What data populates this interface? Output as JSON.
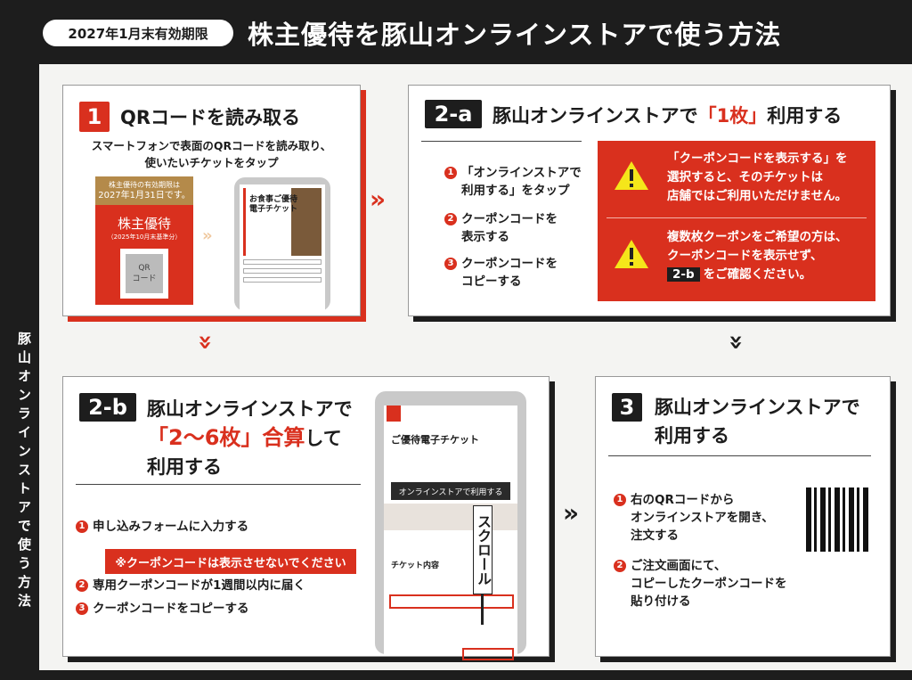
{
  "header": {
    "expiry_badge": "2027年1月末有効期限",
    "title": "株主優待を豚山オンラインストアで使う方法"
  },
  "side_label": "豚山オンラインストアで使う方法",
  "step1": {
    "number": "1",
    "title": "QRコードを読み取る",
    "desc1": "スマートフォンで表面のQRコードを読み取り、",
    "desc2": "使いたいチケットをタップ",
    "card": {
      "expiry1": "株主優待の有効期限は",
      "expiry2": "2027年1月31日です。",
      "name": "株主優待",
      "sub": "（2025年10月末基準分）",
      "qr1": "QR",
      "qr2": "コード"
    },
    "phone": {
      "ticket_title1": "お食事ご優待",
      "ticket_title2": "電子チケット"
    }
  },
  "step2a": {
    "number": "2-a",
    "title_pre": "豚山オンラインストアで",
    "title_em": "「1枚」",
    "title_post": "利用する",
    "steps": [
      {
        "n": "1",
        "l1": "「オンラインストアで",
        "l2": "利用する」をタップ"
      },
      {
        "n": "2",
        "l1": "クーポンコードを",
        "l2": "表示する"
      },
      {
        "n": "3",
        "l1": "クーポンコードを",
        "l2": "コピーする"
      }
    ],
    "warn1": [
      "「クーポンコードを表示する」を",
      "選択すると、そのチケットは",
      "店舗ではご利用いただけません。"
    ],
    "warn2": [
      "複数枚クーポンをご希望の方は、",
      "クーポンコードを表示せず、"
    ],
    "warn2_chip": "2-b",
    "warn2_tail": "をご確認ください。"
  },
  "step2b": {
    "number": "2-b",
    "title1": "豚山オンラインストアで",
    "title_em": "「2〜6枚」合算",
    "title_post": "して",
    "title3": "利用する",
    "steps": [
      {
        "n": "1",
        "l": "申し込みフォームに入力する"
      },
      {
        "n": "2",
        "l": "専用クーポンコードが1週間以内に届く"
      },
      {
        "n": "3",
        "l": "クーポンコードをコピーする"
      }
    ],
    "notice": "※クーポンコードは表示させないでください",
    "phone": {
      "ticket_title": "ご優待電子チケット",
      "button": "オンラインストアで利用する",
      "section": "チケット内容",
      "scroll": "スクロール"
    }
  },
  "step3": {
    "number": "3",
    "title1": "豚山オンラインストアで",
    "title2": "利用する",
    "steps": [
      {
        "n": "1",
        "l1": "右のQRコードから",
        "l2": "オンラインストアを開き、",
        "l3": "注文する"
      },
      {
        "n": "2",
        "l1": "ご注文画面にて、",
        "l2": "コピーしたクーポンコードを",
        "l3": "貼り付ける"
      }
    ]
  },
  "colors": {
    "accent": "#d9301e",
    "dark": "#1d1d1d",
    "warning": "#f5e61a"
  }
}
